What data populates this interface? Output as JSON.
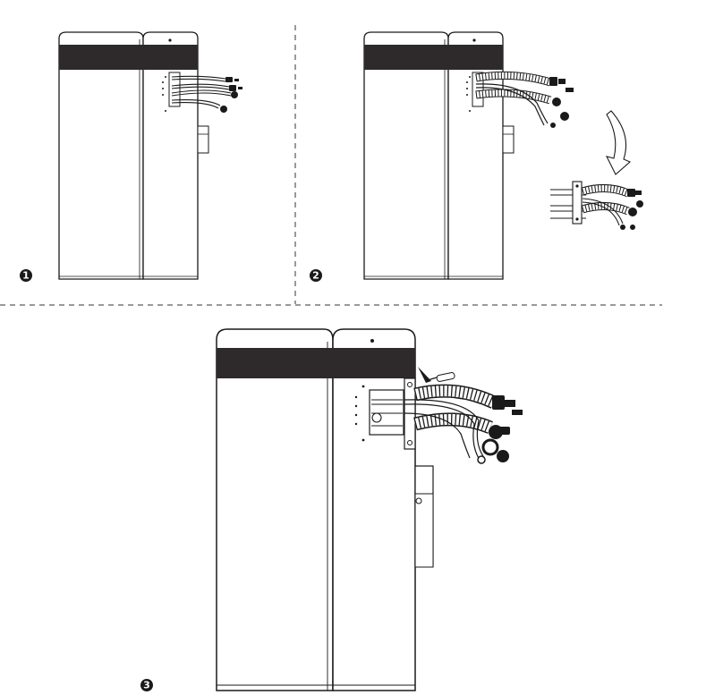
{
  "steps": [
    {
      "number": "1"
    },
    {
      "number": "2"
    },
    {
      "number": "3"
    }
  ],
  "colors": {
    "ink": "#1a1a1a",
    "band": "#2e2a2b",
    "paper": "#ffffff"
  },
  "icons": [
    "arrow-icon",
    "screwdriver-icon",
    "cable-icon",
    "connector-icon"
  ]
}
